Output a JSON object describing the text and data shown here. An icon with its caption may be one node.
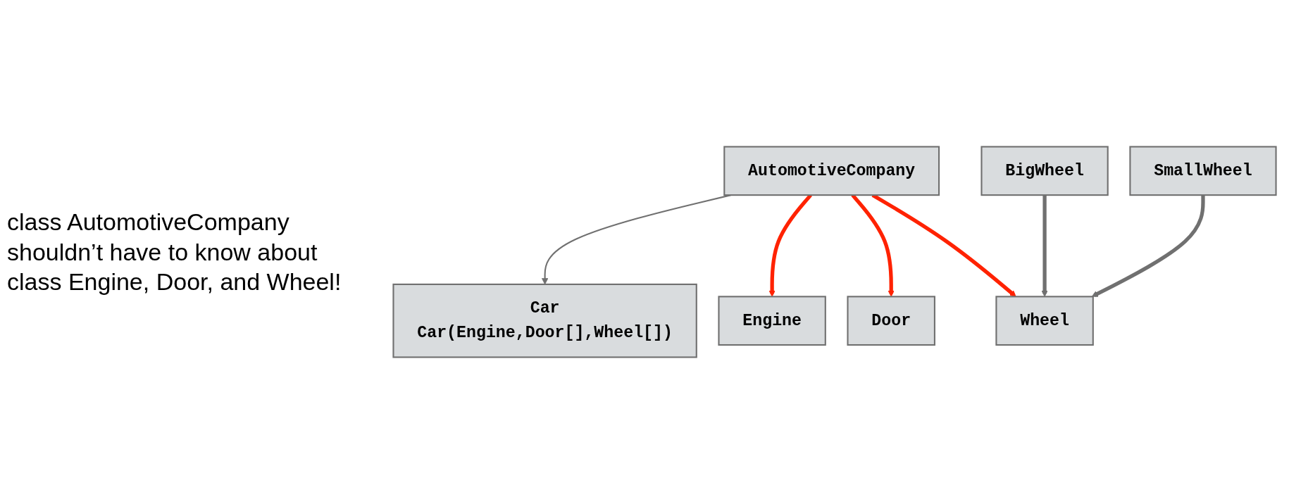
{
  "diagram": {
    "nodes": [
      {
        "text": [
          "AutomotiveCompany"
        ]
      },
      {
        "text": [
          "Car",
          "Car(Engine,Door[],Wheel[])"
        ]
      },
      {
        "text": [
          "Engine"
        ]
      },
      {
        "text": [
          "Door"
        ]
      },
      {
        "text": [
          "Wheel"
        ]
      },
      {
        "text": [
          "BigWheel"
        ]
      },
      {
        "text": [
          "SmallWheel"
        ]
      }
    ],
    "edges": [
      {
        "from": 0,
        "to": 1,
        "arrow": "to"
      },
      {
        "from": 0,
        "to": 2,
        "arrow": "to",
        "color": "#ff2200"
      },
      {
        "from": 0,
        "to": 3,
        "arrow": "to",
        "color": "#ff2200"
      },
      {
        "from": 0,
        "to": 4,
        "arrow": "to",
        "color": "#ff2200"
      },
      {
        "from": 5,
        "to": 4,
        "arrow": "to"
      },
      {
        "from": 6,
        "to": 4,
        "arrow": "to"
      }
    ],
    "labels": [
      "class AutomotiveCompany shouldn’t have to know about class Engine, Door, and Wheel!"
    ]
  }
}
